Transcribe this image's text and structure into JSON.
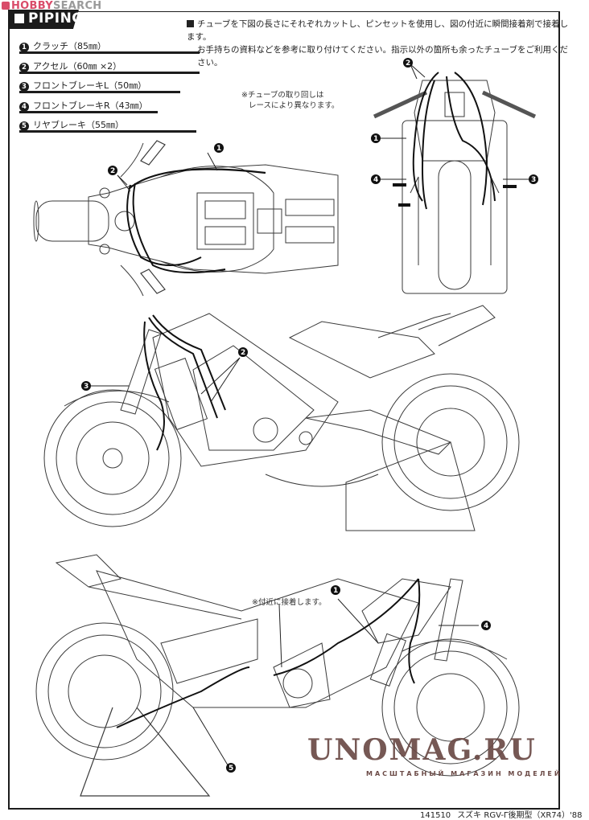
{
  "watermark_top": {
    "brand_hobby": "HOBBY",
    "brand_search": "SEARCH"
  },
  "header": {
    "title": "PIPING"
  },
  "instructions": {
    "line1": "チューブを下図の長さにそれぞれカットし、ピンセットを使用し、図の付近に瞬間接着剤で接着します。",
    "line2": "お手持ちの資料などを参考に取り付けてください。指示以外の箇所も余ったチューブをご利用ください。"
  },
  "parts": [
    {
      "number": "1",
      "label": "クラッチ（85㎜）",
      "length_mm": 85
    },
    {
      "number": "2",
      "label": "アクセル（60㎜ ×2）",
      "length_mm": 60
    },
    {
      "number": "3",
      "label": "フロントブレーキL（50㎜）",
      "length_mm": 50
    },
    {
      "number": "4",
      "label": "フロントブレーキR（43㎜）",
      "length_mm": 43
    },
    {
      "number": "5",
      "label": "リヤブレーキ（55㎜）",
      "length_mm": 55
    }
  ],
  "notes": {
    "routing_line1": "※チューブの取り回しは",
    "routing_line2": "レースにより異なります。",
    "glue_near": "※付近に接着します。"
  },
  "diagrams": {
    "top_view": {
      "callouts": [
        "1",
        "2"
      ]
    },
    "front_view": {
      "callouts": [
        "1",
        "2",
        "3",
        "4"
      ]
    },
    "left_side_view": {
      "callouts": [
        "2",
        "3"
      ]
    },
    "right_side_view": {
      "callouts": [
        "1",
        "4",
        "5"
      ]
    }
  },
  "footer": {
    "code": "141510",
    "title": "スズキ RGV-Γ後期型（XR74）'88"
  },
  "watermark_bottom": {
    "main": "UNOMAG.RU",
    "sub": "МАСШТАБНЫЙ МАГАЗИН МОДЕЛЕЙ"
  }
}
